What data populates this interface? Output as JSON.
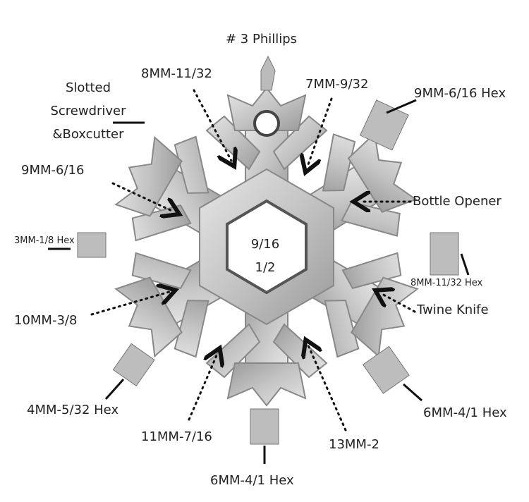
{
  "title": "Snowflake Multi-Tool Diagram",
  "center": {
    "top": "9/16",
    "bottom": "1/2"
  },
  "labels": {
    "phillips": "# 3 Phillips",
    "mm8_11_32": "8MM-11/32",
    "mm7_9_32": "7MM-9/32",
    "mm9_6_16_hex": "9MM-6/16 Hex",
    "slotted_1": "Slotted",
    "slotted_2": "Screwdriver",
    "slotted_3": "&Boxcutter",
    "mm9_6_16": "9MM-6/16",
    "bottle_opener": "Bottle Opener",
    "mm3_1_8_hex": "3MM-1/8 Hex",
    "mm8_11_32_hex": "8MM-11/32 Hex",
    "twine_knife": "Twine Knife",
    "mm10_3_8": "10MM-3/8",
    "mm4_5_32_hex": "4MM-5/32 Hex",
    "mm6_4_1_hex_right": "6MM-4/1 Hex",
    "mm11_7_16": "11MM-7/16",
    "mm13_2": "13MM-2",
    "mm6_4_1_hex_bottom": "6MM-4/1 Hex"
  },
  "colors": {
    "metal": "#c9c9c9",
    "metal_dark": "#8e8e8e",
    "text": "#222222"
  }
}
